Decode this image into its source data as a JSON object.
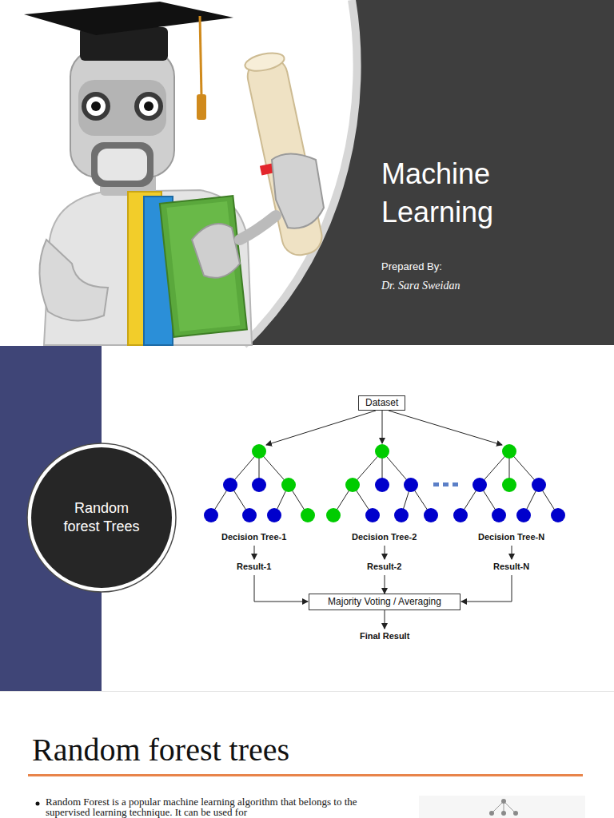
{
  "diagram": {
    "title": "Machine Learning",
    "nodes": [
      {
        "text": [
          "Random forest Trees"
        ]
      },
      {
        "text": [
          "Dataset"
        ]
      },
      {
        "text": [
          "Majority Voting / Averaging"
        ]
      }
    ],
    "labels": [
      "Prepared By:",
      "Dr. Sara Sweidan",
      "Decision Tree-1",
      "Decision Tree-2",
      "Decision Tree-N",
      "Result-1",
      "Result-2",
      "Result-N",
      "Final Result",
      "Random forest trees",
      "Random Forest is a popular machine learning algorithm that belongs to the supervised learning technique. It can be used for"
    ]
  }
}
